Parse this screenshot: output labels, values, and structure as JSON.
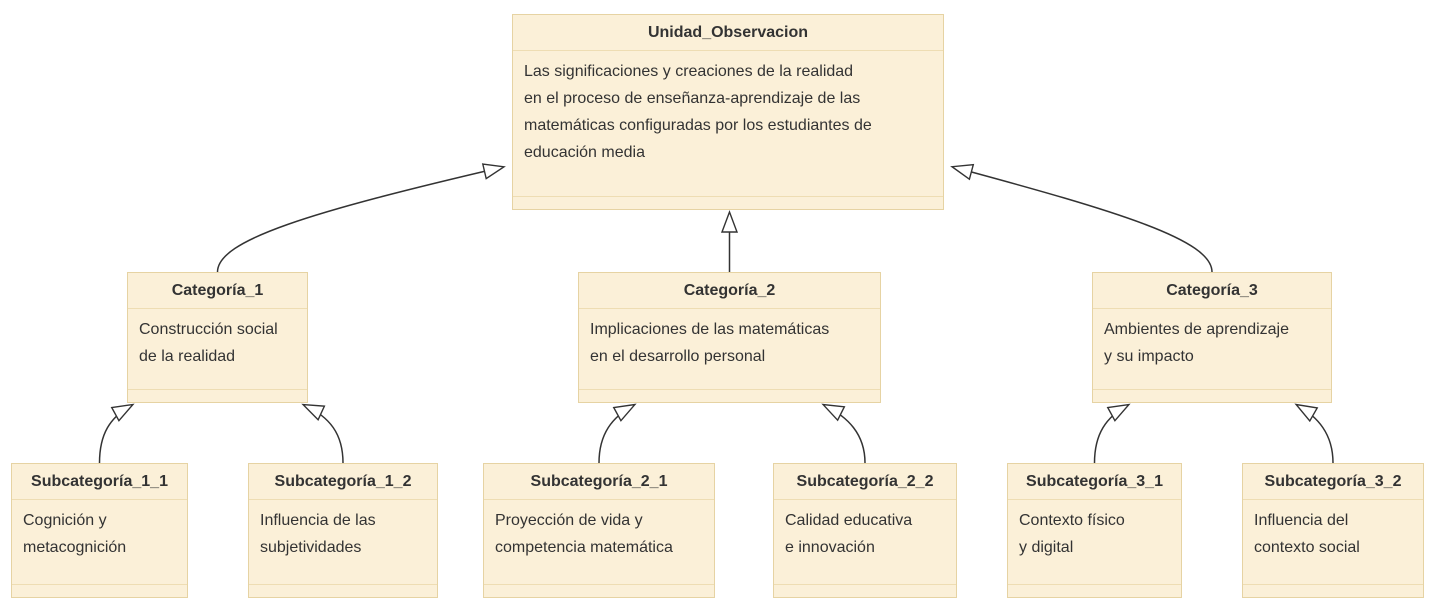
{
  "diagram": {
    "kind": "class-diagram-inheritance",
    "colors": {
      "bg": "#ffffff",
      "node-fill": "#fbf0d8",
      "node-border": "#e6d3a3",
      "divider": "#eeddb3",
      "text": "#333333",
      "line": "#333333"
    },
    "nodes": {
      "unidad": {
        "title": "Unidad_Observacion",
        "body": "Las significaciones y creaciones de la realidad\nen el proceso de enseñanza-aprendizaje de las\nmatemáticas configuradas por los estudiantes de\neducación media"
      },
      "cat1": {
        "title": "Categoría_1",
        "body": "Construcción social\nde la realidad"
      },
      "cat2": {
        "title": "Categoría_2",
        "body": "Implicaciones de las matemáticas\nen el desarrollo personal"
      },
      "cat3": {
        "title": "Categoría_3",
        "body": "Ambientes de aprendizaje\ny su impacto"
      },
      "sub11": {
        "title": "Subcategoría_1_1",
        "body": "Cognición y\nmetacognición"
      },
      "sub12": {
        "title": "Subcategoría_1_2",
        "body": "Influencia de las\nsubjetividades"
      },
      "sub21": {
        "title": "Subcategoría_2_1",
        "body": "Proyección de vida y\ncompetencia matemática"
      },
      "sub22": {
        "title": "Subcategoría_2_2",
        "body": "Calidad educativa\ne innovación"
      },
      "sub31": {
        "title": "Subcategoría_3_1",
        "body": "Contexto físico\ny digital"
      },
      "sub32": {
        "title": "Subcategoría_3_2",
        "body": "Influencia del\ncontexto social"
      }
    },
    "edges": [
      {
        "from": "Categoría_1",
        "to": "Unidad_Observacion",
        "type": "inheritance-arrow"
      },
      {
        "from": "Categoría_2",
        "to": "Unidad_Observacion",
        "type": "inheritance-arrow"
      },
      {
        "from": "Categoría_3",
        "to": "Unidad_Observacion",
        "type": "inheritance-arrow"
      },
      {
        "from": "Subcategoría_1_1",
        "to": "Categoría_1",
        "type": "inheritance-arrow"
      },
      {
        "from": "Subcategoría_1_2",
        "to": "Categoría_1",
        "type": "inheritance-arrow"
      },
      {
        "from": "Subcategoría_2_1",
        "to": "Categoría_2",
        "type": "inheritance-arrow"
      },
      {
        "from": "Subcategoría_2_2",
        "to": "Categoría_2",
        "type": "inheritance-arrow"
      },
      {
        "from": "Subcategoría_3_1",
        "to": "Categoría_3",
        "type": "inheritance-arrow"
      },
      {
        "from": "Subcategoría_3_2",
        "to": "Categoría_3",
        "type": "inheritance-arrow"
      }
    ]
  }
}
